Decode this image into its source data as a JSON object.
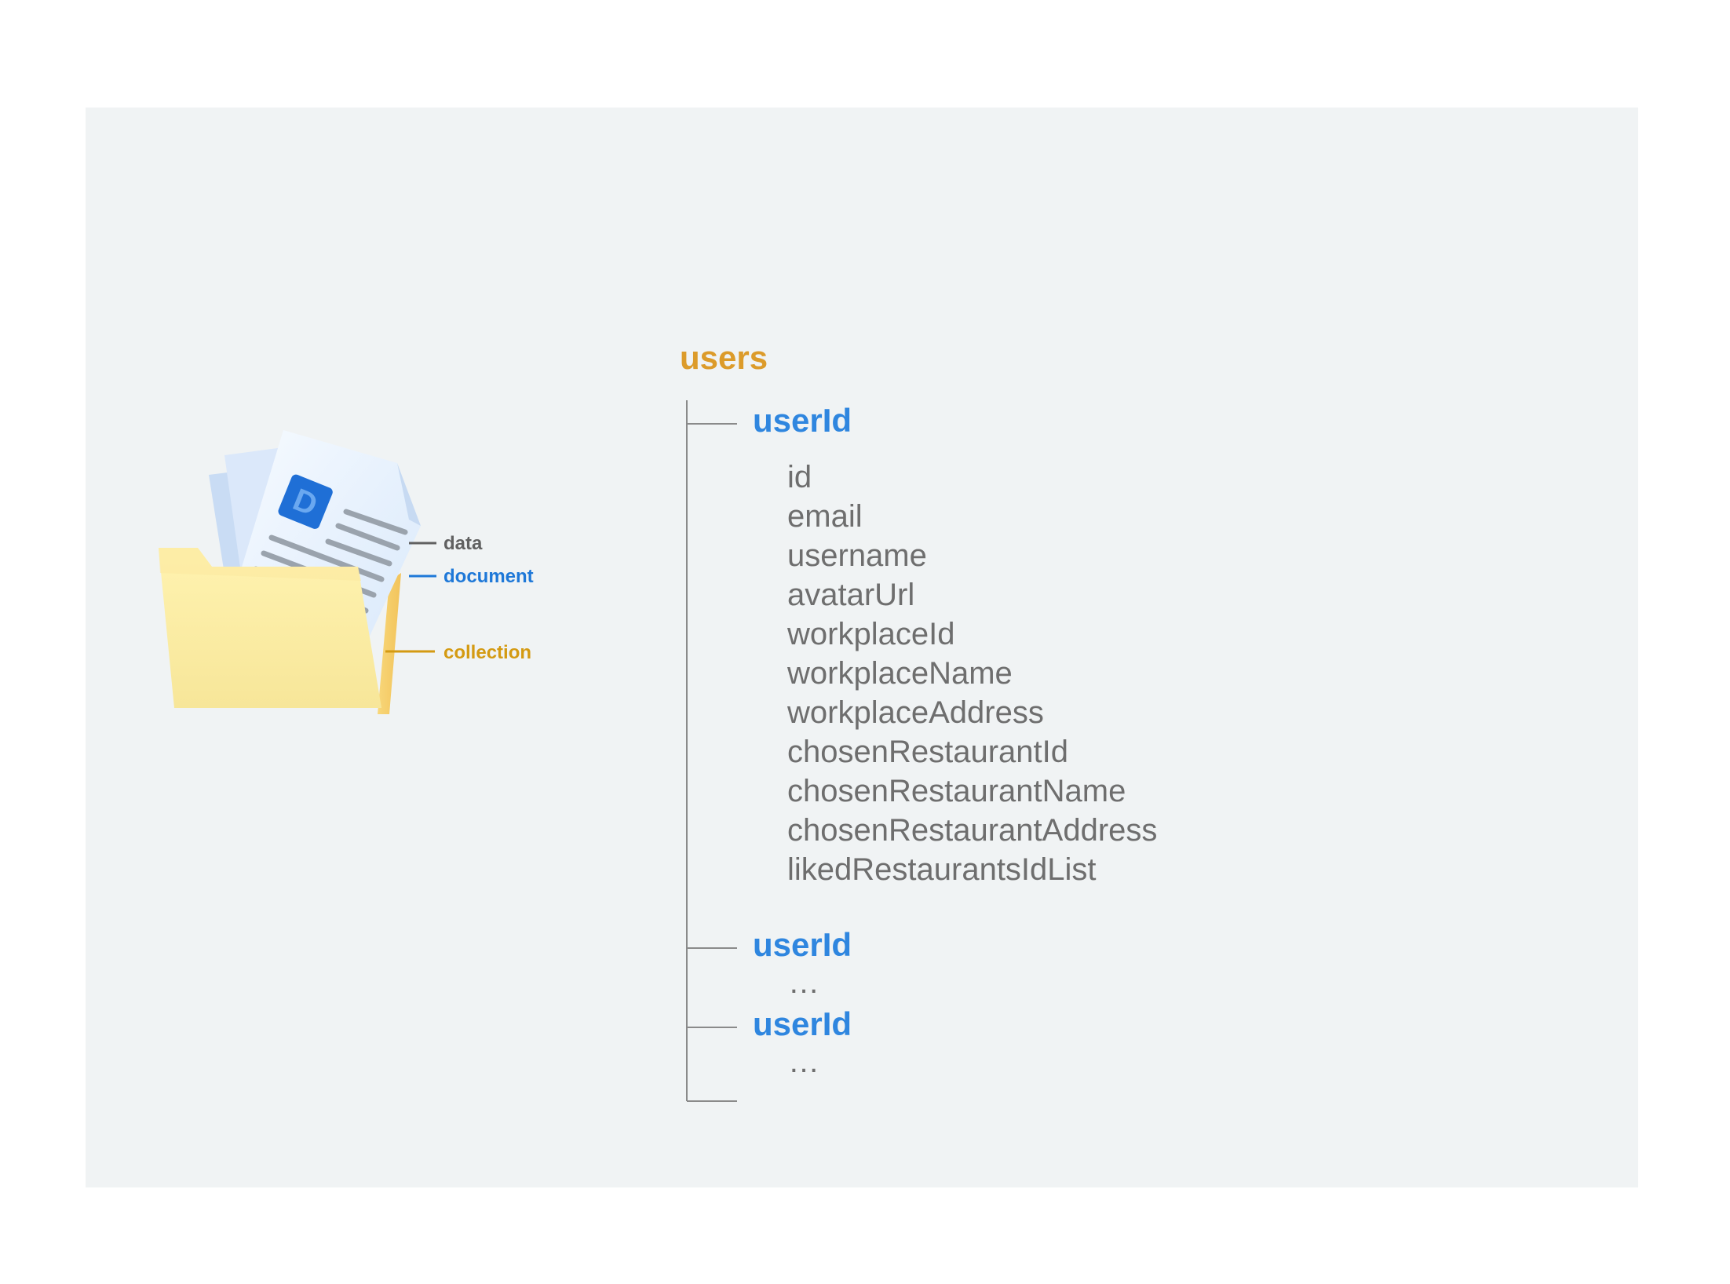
{
  "legend": {
    "data_label": "data",
    "document_label": "document",
    "collection_label": "collection"
  },
  "tree": {
    "collection": "users",
    "documents": [
      {
        "name": "userId",
        "fields": [
          "id",
          "email",
          "username",
          "avatarUrl",
          "workplaceId",
          "workplaceName",
          "workplaceAddress",
          "chosenRestaurantId",
          "chosenRestaurantName",
          "chosenRestaurantAddress",
          "likedRestaurantsIdList"
        ]
      },
      {
        "name": "userId",
        "more": "…"
      },
      {
        "name": "userId",
        "more": "…"
      }
    ]
  },
  "colors": {
    "collection": "#dc9b2a",
    "document": "#2f86df",
    "field": "#6e6e6e",
    "panel": "#f0f3f4",
    "tree_line": "#8a8a8a"
  },
  "icons": {
    "folder": "folder-with-documents-icon",
    "document_badge": "D"
  }
}
